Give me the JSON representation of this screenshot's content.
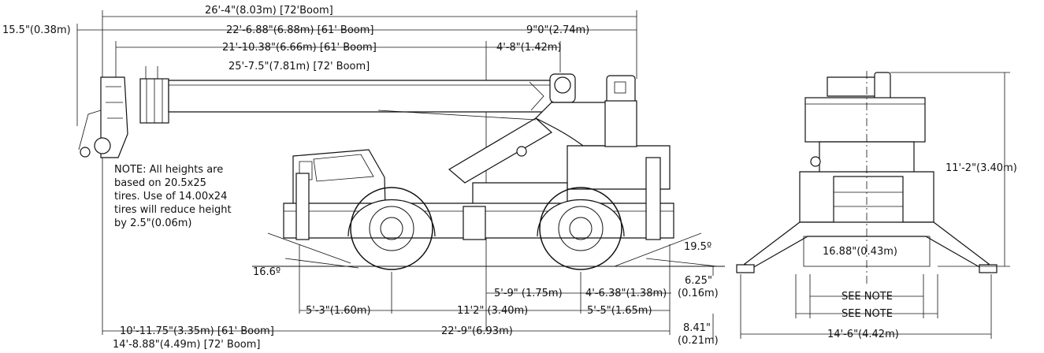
{
  "dimensions": {
    "d_boom72_total": "26'-4\"(8.03m) [72'Boom]",
    "d_tip_offset": "15.5\"(0.38m)",
    "d_boom61_total": "22'-6.88\"(6.88m) [61' Boom]",
    "d_rear_9ft": "9\"0\"(2.74m)",
    "d_boom61_retracted": "21'-10.38\"(6.66m) [61' Boom]",
    "d_rear_4ft8": "4'-8\"(1.42m)",
    "d_boom72_retracted": "25'-7.5\"(7.81m) [72' Boom]",
    "d_approach_angle": "16.6º",
    "d_departure_angle": "19.5º",
    "d_ground_clear_a": "6.25\"",
    "d_ground_clear_a_m": "(0.16m)",
    "d_ground_clear_b": "8.41\"",
    "d_ground_clear_b_m": "(0.21m)",
    "d_center_5ft9": "5'-9\" (1.75m)",
    "d_center_4ft638": "4'-6.38\"(1.38m)",
    "d_front_overhang": "5'-3\"(1.60m)",
    "d_wheelbase": "11'2\" (3.40m)",
    "d_rear_overhang": "5'-5\"(1.65m)",
    "d_overall_61": "10'-11.75\"(3.35m) [61' Boom]",
    "d_overall_72": "14'-8.88\"(4.49m) [72' Boom]",
    "d_overall_length": "22'-9\"(6.93m)",
    "d_height": "11'-2\"(3.40m)",
    "d_outrigger_pad": "16.88\"(0.43m)",
    "d_see_note_1": "SEE NOTE",
    "d_see_note_2": "SEE NOTE",
    "d_overall_width": "14'-6\"(4.42m)"
  },
  "note": {
    "lines": [
      "NOTE: All heights are",
      "based on 20.5x25",
      "tires. Use of 14.00x24",
      "tires will reduce height",
      "by 2.5\"(0.06m)"
    ]
  }
}
